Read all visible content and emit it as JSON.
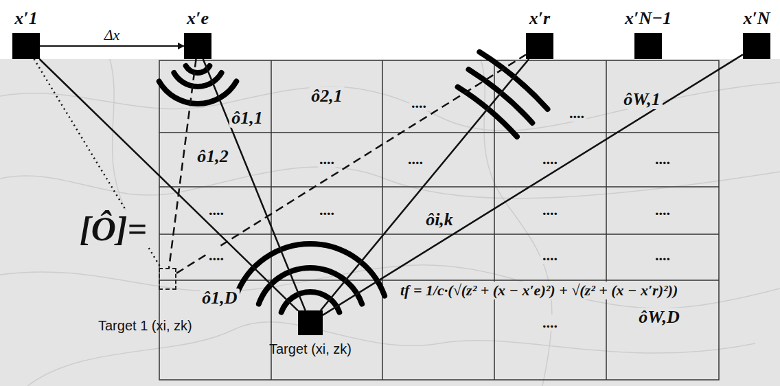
{
  "diagram": {
    "nodes": [
      {
        "text": [
          "x′1"
        ]
      },
      {
        "text": [
          "x′e"
        ]
      },
      {
        "text": [
          "x′r"
        ]
      },
      {
        "text": [
          "x′N−1"
        ]
      },
      {
        "text": [
          "x′N"
        ]
      },
      {
        "text": [
          "Target 1 (xi, zk)"
        ]
      },
      {
        "text": [
          "Target (xi, zk)"
        ]
      }
    ],
    "edges": [
      {
        "from": 0,
        "to": 1,
        "arrow": "to",
        "label": "Δx"
      },
      {
        "from": 0,
        "to": 5,
        "arrow": "none"
      },
      {
        "from": 0,
        "to": 6,
        "arrow": "none"
      },
      {
        "from": 1,
        "to": 6,
        "arrow": "none"
      },
      {
        "from": 1,
        "to": 5,
        "arrow": "none"
      },
      {
        "from": 5,
        "to": 2,
        "arrow": "none"
      },
      {
        "from": 6,
        "to": 2,
        "arrow": "none"
      },
      {
        "from": 6,
        "to": 4,
        "arrow": "none"
      }
    ],
    "labels": [
      "ô1,1",
      "ô2,1",
      "....",
      "....",
      "ôW,1",
      "ô1,2",
      "....",
      "....",
      "....",
      "....",
      "[Ô]=",
      "....",
      "....",
      "ôi,k",
      "....",
      "....",
      "....",
      "....",
      "....",
      "ô1,D",
      "tf = 1/c·(√(z² + (x − x′e)²) + √(z² + (x − x′r)²))",
      "....",
      "ôW,D"
    ]
  }
}
